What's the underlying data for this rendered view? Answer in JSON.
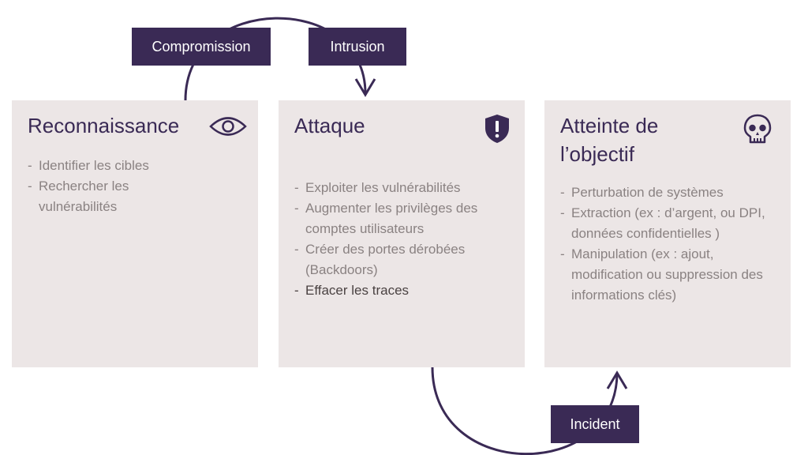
{
  "labels": {
    "compromission": "Compromission",
    "intrusion": "Intrusion",
    "incident": "Incident"
  },
  "panels": [
    {
      "title_lines": [
        "Reconnaissance"
      ],
      "icon": "eye-icon",
      "items": [
        "Identifier les cibles",
        "Rechercher les vulnérabilités"
      ]
    },
    {
      "title_lines": [
        "Attaque"
      ],
      "icon": "shield-alert-icon",
      "items": [
        "Exploiter les vulnérabilités",
        "Augmenter les privilèges des comptes utilisateurs",
        "Créer des portes dérobées (Backdoors)",
        "Effacer les traces"
      ]
    },
    {
      "title_lines": [
        "Atteinte de",
        "l’objectif"
      ],
      "icon": "skull-icon",
      "items": [
        "Perturbation de systèmes",
        "Extraction (ex : d’argent, ou DPI, données confidentielles )",
        "Manipulation (ex : ajout, modification ou suppression des informations clés)"
      ]
    }
  ],
  "colors": {
    "label_bg": "#3a2a55",
    "panel_bg": "#ece6e6",
    "title": "#3a2a55",
    "bullet_text": "#8a8282",
    "bullet_text_dark": "#4a4242"
  }
}
